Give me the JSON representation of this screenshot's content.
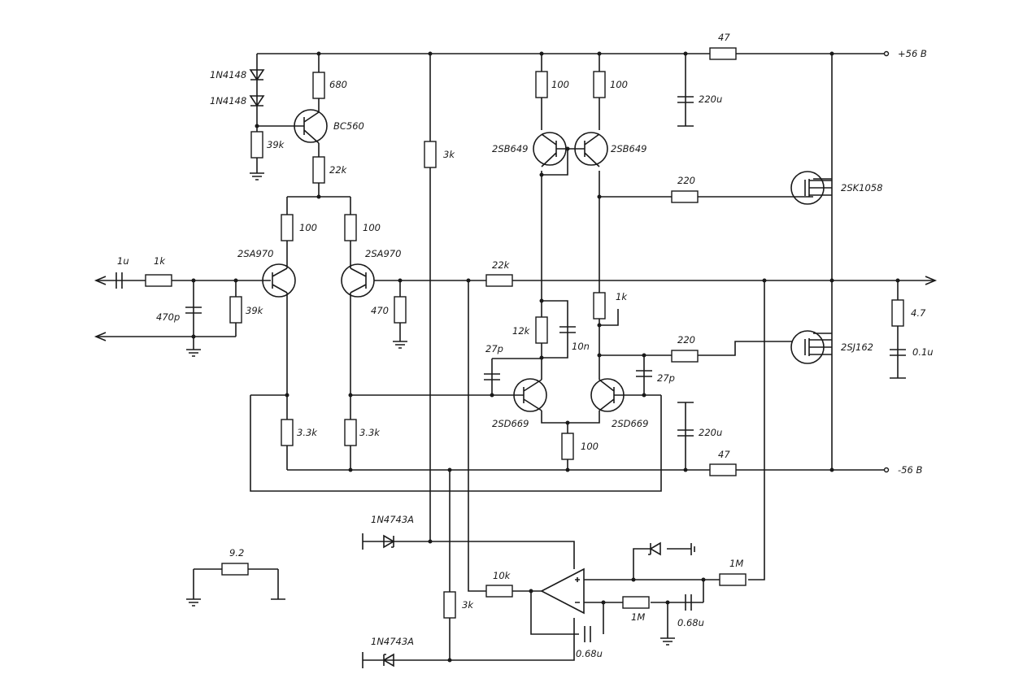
{
  "schematic": {
    "rails": {
      "positive": "+56 B",
      "negative": "-56 B"
    },
    "labels": {
      "d1": "1N4148",
      "d2": "1N4148",
      "r_680": "680",
      "q_bc560": "BC560",
      "r_39k_top": "39k",
      "r_22k_top": "22k",
      "r_100_a": "100",
      "r_100_b": "100",
      "q_2sa970_l": "2SA970",
      "q_2sa970_r": "2SA970",
      "c_in": "1u",
      "r_in": "1k",
      "c_470p": "470p",
      "r_39k_in": "39k",
      "r_470": "470",
      "r_3k_top": "3k",
      "r_100_c": "100",
      "r_100_d": "100",
      "q_2sb649_l": "2SB649",
      "q_2sb649_r": "2SB649",
      "c_220u_top": "220u",
      "r_47_top": "47",
      "r_220_top": "220",
      "q_2sk1058": "2SK1058",
      "r_22k_fb": "22k",
      "r_12k": "12k",
      "c_10n": "10n",
      "pot_1k": "1k",
      "c_27p_l": "27p",
      "c_27p_r": "27p",
      "r_220_bot": "220",
      "q_2sj162": "2SJ162",
      "r_4_7": "4.7",
      "c_0_1u": "0.1u",
      "q_2sd669_l": "2SD669",
      "q_2sd669_r": "2SD669",
      "r_100_tail": "100",
      "c_220u_bot": "220u",
      "r_47_bot": "47",
      "r_3_3k_l": "3.3k",
      "r_3_3k_r": "3.3k",
      "zd_top": "1N4743A",
      "zd_bot": "1N4743A",
      "r_3k_bot": "3k",
      "r_10k": "10k",
      "c_0_68u_a": "0.68u",
      "r_1m_a": "1M",
      "r_1m_b": "1M",
      "c_0_68u_b": "0.68u",
      "r_load": "9.2"
    }
  }
}
